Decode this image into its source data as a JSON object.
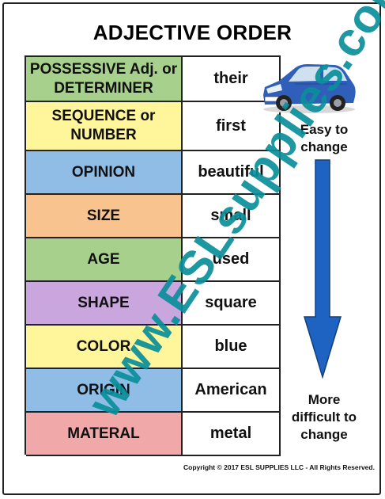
{
  "title": "ADJECTIVE ORDER",
  "rows": [
    {
      "category": "POSSESSIVE Adj. or DETERMINER",
      "example": "their",
      "color": "#a8d08d"
    },
    {
      "category": "SEQUENCE or NUMBER",
      "example": "first",
      "color": "#fff59a"
    },
    {
      "category": "OPINION",
      "example": "beautiful",
      "color": "#8fbde6"
    },
    {
      "category": "SIZE",
      "example": "small",
      "color": "#f8c38e"
    },
    {
      "category": "AGE",
      "example": "used",
      "color": "#a8d08d"
    },
    {
      "category": "SHAPE",
      "example": "square",
      "color": "#c9a6dd"
    },
    {
      "category": "COLOR",
      "example": "blue",
      "color": "#fff59a"
    },
    {
      "category": "ORIGIN",
      "example": "American",
      "color": "#8fbde6"
    },
    {
      "category": "MATERAL",
      "example": "metal",
      "color": "#f0a8a8"
    }
  ],
  "easy_label": "Easy to change",
  "difficult_label": "More difficult to change",
  "watermark": "www.ESLsupplies.com",
  "copyright": "Copyright © 2017 ESL SUPPLIES LLC - All Rights Reserved.",
  "icons": {
    "car": "car-icon",
    "arrow": "down-arrow-icon"
  },
  "colors": {
    "arrow": "#1e63c2",
    "watermark": "#0a8f9a",
    "car": "#2f5fb8"
  }
}
